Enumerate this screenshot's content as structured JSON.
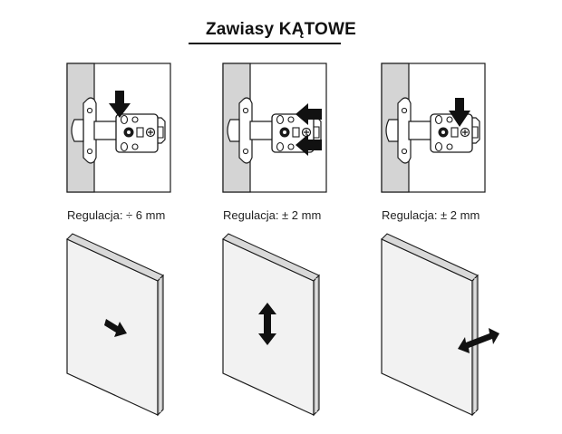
{
  "title": "Zawiasy KĄTOWE",
  "panels": [
    {
      "adjustment_label": "Regulacja: ÷ 6 mm",
      "direction": "depth"
    },
    {
      "adjustment_label": "Regulacja: ± 2 mm",
      "direction": "vertical"
    },
    {
      "adjustment_label": "Regulacja: ± 2 mm",
      "direction": "side"
    }
  ],
  "colors": {
    "line": "#1a1a1a",
    "wall": "#d4d4d4",
    "door": "#f2f2f2",
    "edge": "#bdbdbd",
    "arrow": "#111111"
  },
  "icons": [
    "hinge-icon",
    "arrow-icon",
    "door-icon"
  ]
}
